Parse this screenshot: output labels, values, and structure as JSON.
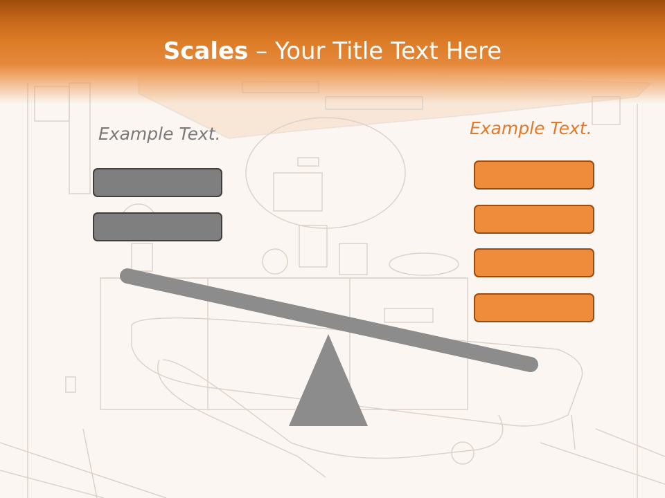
{
  "slide": {
    "title_bold": "Scales",
    "title_rest": " – Your Title Text Here"
  },
  "left_group": {
    "label": "Example Text.",
    "box_count": 2,
    "color": "#7f7f7f"
  },
  "right_group": {
    "label": "Example Text.",
    "box_count": 4,
    "color": "#ef8c3c"
  },
  "colors": {
    "header": "#dc7c27",
    "beam": "#8c8c8c",
    "fulcrum": "#8c8c8c",
    "background": "#fbf6f1"
  }
}
